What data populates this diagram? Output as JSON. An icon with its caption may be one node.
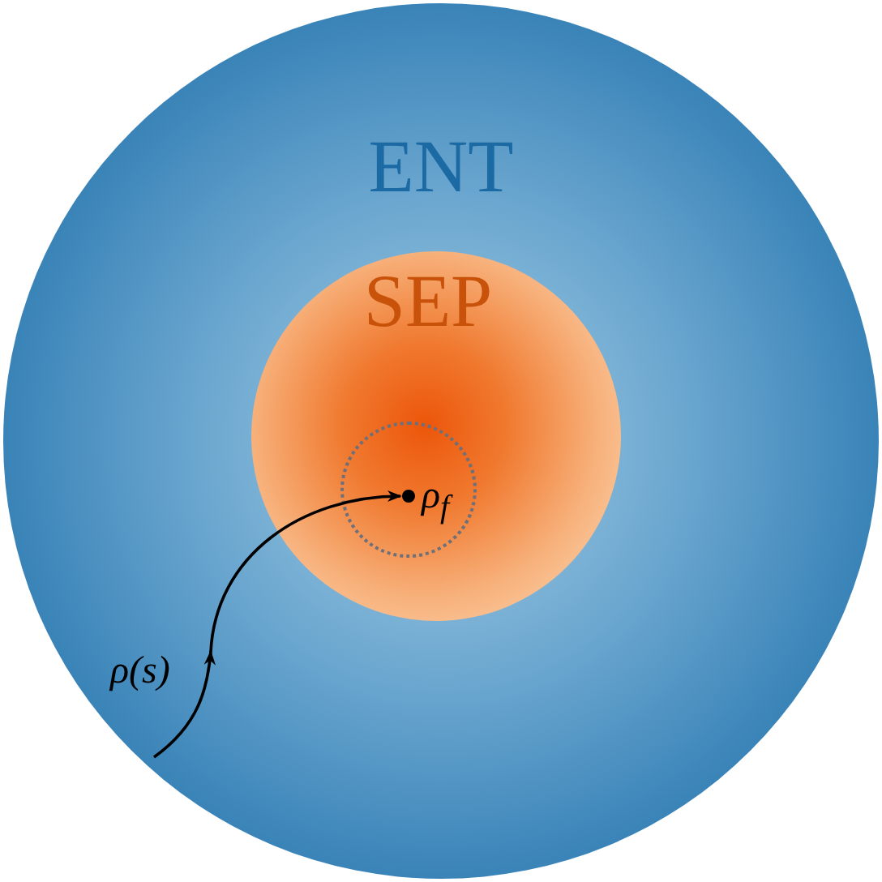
{
  "diagram": {
    "nodes": [
      {
        "text": [
          "ENT"
        ]
      },
      {
        "text": [
          "SEP"
        ],
        "in": 0
      },
      {
        "text": [],
        "shape": "circle",
        "in": 1
      },
      {
        "text": [
          "ρ$_{f}$"
        ],
        "in": 2
      }
    ],
    "edges": [
      {
        "from": null,
        "to": 3,
        "arrow": "to",
        "label": "ρ(*s*)"
      }
    ]
  }
}
